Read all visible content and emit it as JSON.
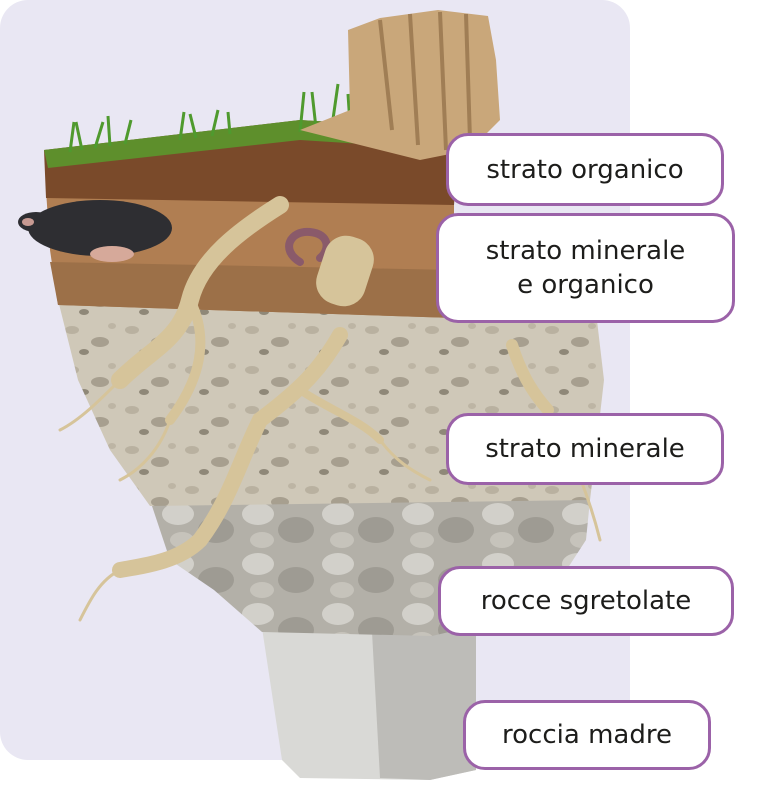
{
  "labels": {
    "organic_layer": "strato organico",
    "mineral_organic_layer": [
      "strato minerale",
      "e organico"
    ],
    "mineral_layer": "strato minerale",
    "crumbled_rocks": "rocce sgretolate",
    "bedrock": "roccia madre"
  },
  "colors": {
    "label_border": "#9b62a8",
    "background_panel": "#e9e7f3"
  }
}
